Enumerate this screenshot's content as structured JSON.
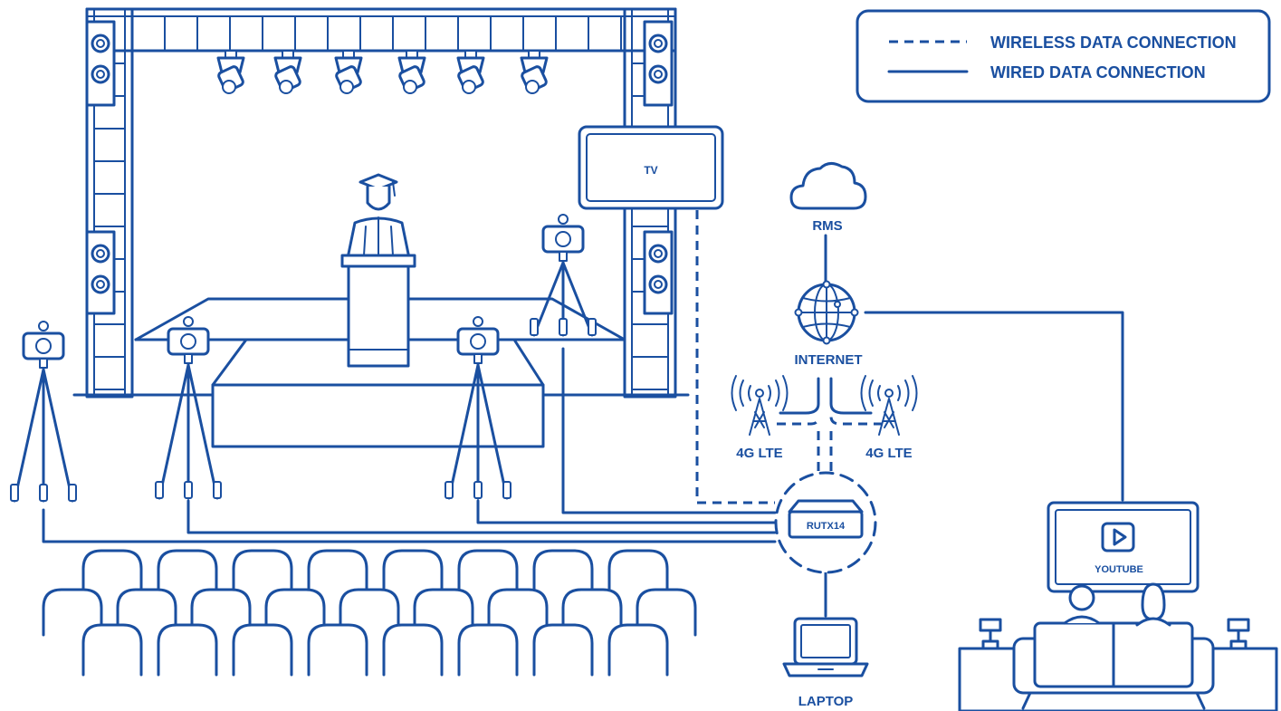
{
  "colors": {
    "primary": "#1a4fa0",
    "background": "#ffffff"
  },
  "legend": {
    "wireless": "WIRELESS DATA CONNECTION",
    "wired": "WIRED DATA CONNECTION"
  },
  "labels": {
    "tv": "TV",
    "rms": "RMS",
    "internet": "INTERNET",
    "lte_left": "4G LTE",
    "lte_right": "4G LTE",
    "router": "RUTX14",
    "youtube": "YOUTUBE",
    "laptop": "LAPTOP"
  },
  "icons": [
    "cloud-icon",
    "globe-icon",
    "antenna-tower-icon",
    "router-icon",
    "laptop-icon",
    "camera-icon",
    "tripod-icon",
    "speaker-icon",
    "stage-light-icon",
    "podium-icon",
    "graduate-speaker-icon",
    "play-icon",
    "sofa-icon",
    "lamp-icon",
    "seat-icon"
  ]
}
